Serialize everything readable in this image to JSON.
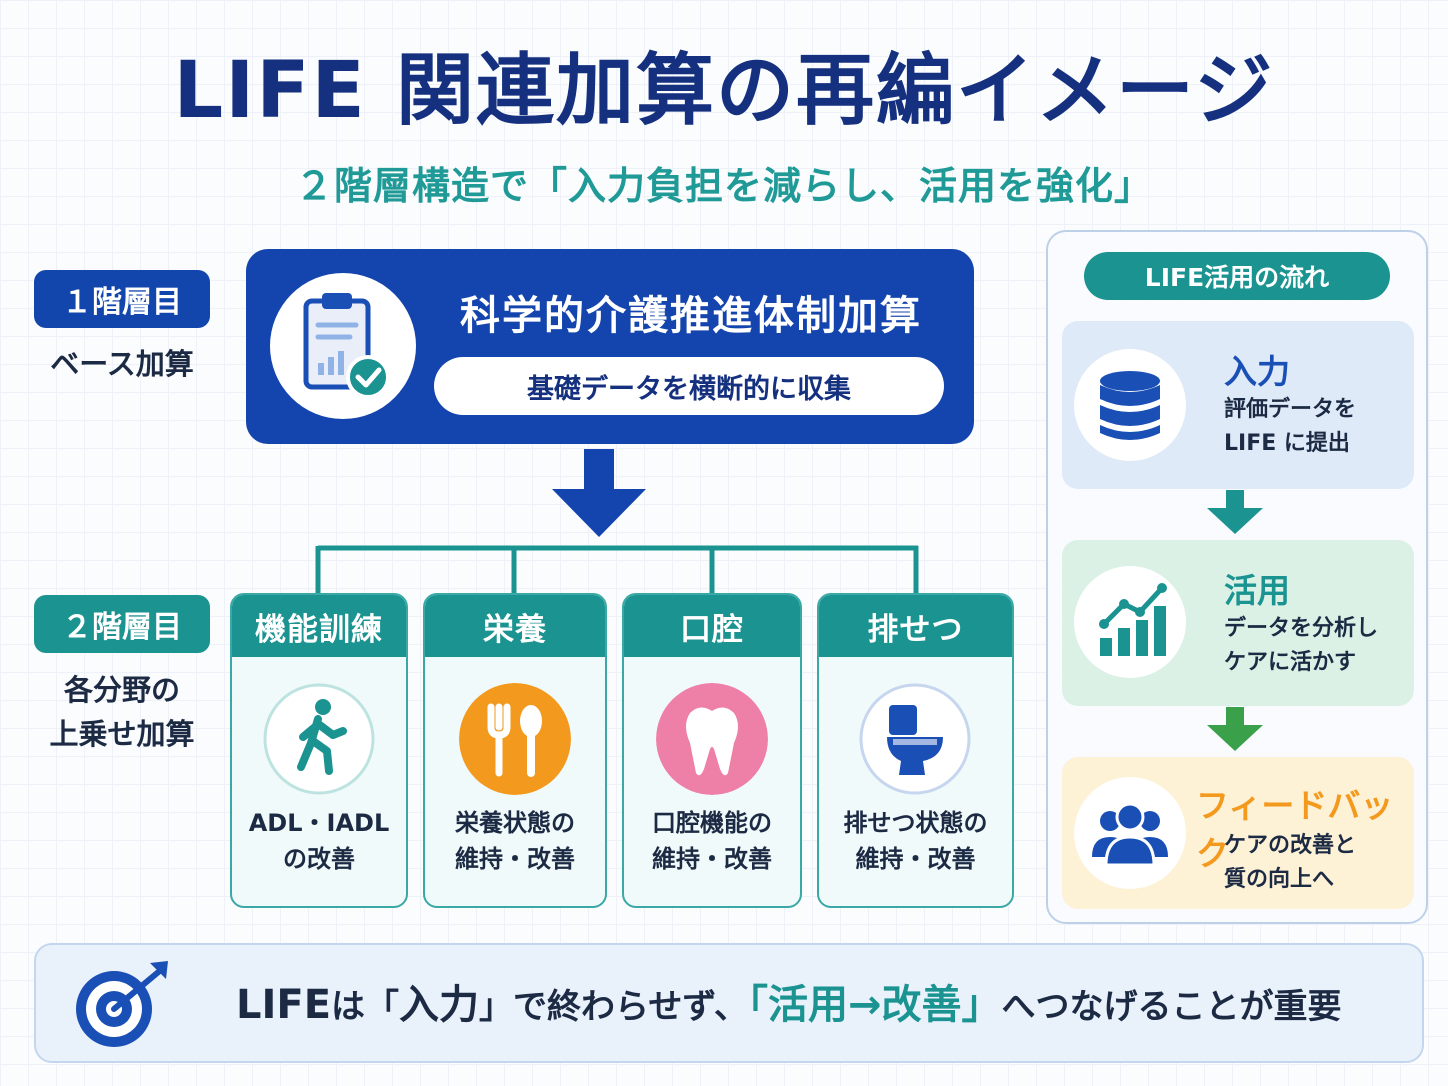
{
  "title": "LIFE 関連加算の再編イメージ",
  "subtitle": "２階層構造で「入力負担を減らし、活用を強化」",
  "tier1": {
    "badge": "１階層目",
    "desc": "ベース加算",
    "box_title": "科学的介護推進体制加算",
    "box_pill": "基礎データを横断的に収集",
    "icon": "clipboard-check-icon"
  },
  "tier2": {
    "badge": "２階層目",
    "desc_line1": "各分野の",
    "desc_line2": "上乗せ加算",
    "categories": [
      {
        "name": "機能訓練",
        "desc_line1": "ADL・IADL",
        "desc_line2": "の改善",
        "icon": "walking-person-icon",
        "color": "#1b9391"
      },
      {
        "name": "栄養",
        "desc_line1": "栄養状態の",
        "desc_line2": "維持・改善",
        "icon": "fork-spoon-icon",
        "color": "#f39a1e"
      },
      {
        "name": "口腔",
        "desc_line1": "口腔機能の",
        "desc_line2": "維持・改善",
        "icon": "tooth-icon",
        "color": "#ee7fa6"
      },
      {
        "name": "排せつ",
        "desc_line1": "排せつ状態の",
        "desc_line2": "維持・改善",
        "icon": "toilet-icon",
        "color": "#1a4fb6"
      }
    ]
  },
  "flow": {
    "header": "LIFE活用の流れ",
    "steps": [
      {
        "title": "入力",
        "line1": "評価データを",
        "line2": "LIFE に提出",
        "icon": "database-icon",
        "color": "#1a4fb6"
      },
      {
        "title": "活用",
        "line1": "データを分析し",
        "line2": "ケアに活かす",
        "icon": "bar-chart-icon",
        "color": "#1b9391"
      },
      {
        "title": "フィードバック",
        "line1": "ケアの改善と",
        "line2": "質の向上へ",
        "icon": "people-group-icon",
        "color": "#f39a1e"
      }
    ]
  },
  "banner": {
    "part1": "LIFE",
    "part2": "は「",
    "part3": "入力",
    "part4": "」で終わらせず、",
    "part5": "「活用→改善」",
    "part6": "へつなげることが重要",
    "icon": "target-arrow-icon"
  },
  "colors": {
    "navy": "#14307f",
    "blue": "#1444ad",
    "teal": "#1b9391",
    "orange": "#f39a1e",
    "pink": "#ee7fa6",
    "green": "#3aa14a"
  }
}
